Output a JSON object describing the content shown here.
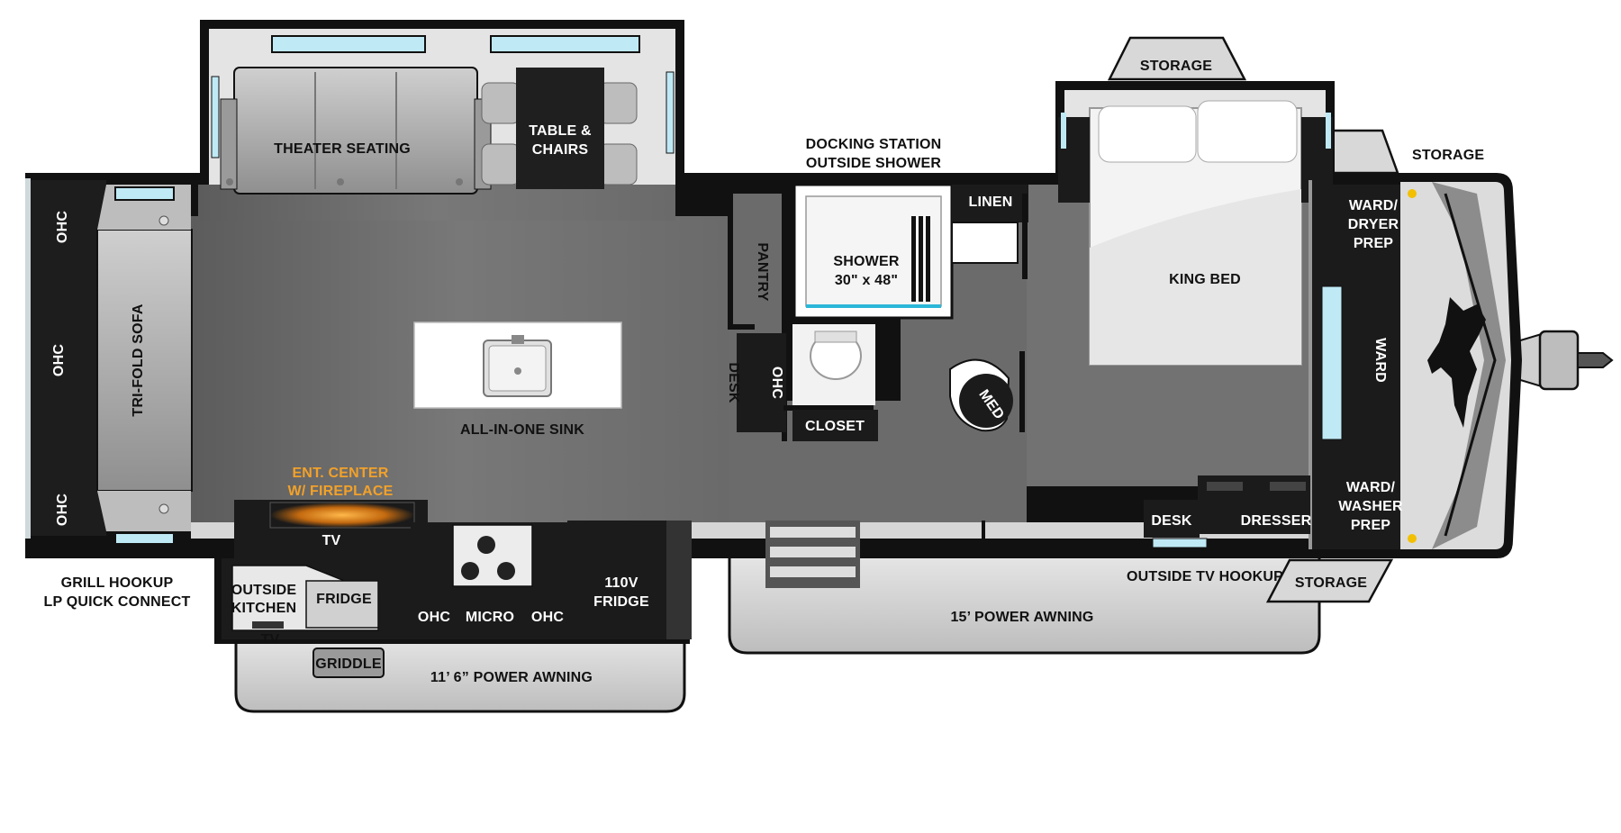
{
  "colors": {
    "floor": "#6e6e6e",
    "floor_light": "#8a8a8a",
    "cabinet": "#1e1e1e",
    "wall": "#111111",
    "awning": "#d4d4d4",
    "accent_orange": "#f2a12a",
    "window_blue": "#bfe9f5"
  },
  "labels": {
    "theater_seating": "THEATER SEATING",
    "table_chairs_1": "TABLE &",
    "table_chairs_2": "CHAIRS",
    "docking_1": "DOCKING STATION",
    "docking_2": "OUTSIDE SHOWER",
    "storage_top": "STORAGE",
    "storage_right": "STORAGE",
    "storage_bottom": "STORAGE",
    "linen": "LINEN",
    "shower_1": "SHOWER",
    "shower_2": "30\" x 48\"",
    "pantry": "PANTRY",
    "king_bed": "KING BED",
    "ward_dryer_1": "WARD/",
    "ward_dryer_2": "DRYER",
    "ward_dryer_3": "PREP",
    "ward": "WARD",
    "ward_washer_1": "WARD/",
    "ward_washer_2": "WASHER",
    "ward_washer_3": "PREP",
    "ohc_top": "OHC",
    "ohc_mid": "OHC",
    "ohc_bot": "OHC",
    "tri_fold_sofa": "TRI-FOLD SOFA",
    "all_in_one_sink": "ALL-IN-ONE SINK",
    "desk_left": "DESK",
    "ohc_bath": "OHC",
    "closet": "CLOSET",
    "med": "MED",
    "ent_center_1": "ENT. CENTER",
    "ent_center_2": "W/ FIREPLACE",
    "tv_top": "TV",
    "outside_kitchen_1": "OUTSIDE",
    "outside_kitchen_2": "KITCHEN",
    "fridge": "FRIDGE",
    "tv_bottom": "TV",
    "griddle": "GRIDDLE",
    "ohc_k1": "OHC",
    "micro": "MICRO",
    "ohc_k2": "OHC",
    "fridge_110_1": "110V",
    "fridge_110_2": "FRIDGE",
    "grill_1": "GRILL HOOKUP",
    "grill_2": "LP QUICK CONNECT",
    "awning_left": "11’ 6” POWER AWNING",
    "awning_right": "15’ POWER AWNING",
    "desk_right": "DESK",
    "dresser": "DRESSER",
    "outside_tv": "OUTSIDE TV HOOKUP"
  }
}
